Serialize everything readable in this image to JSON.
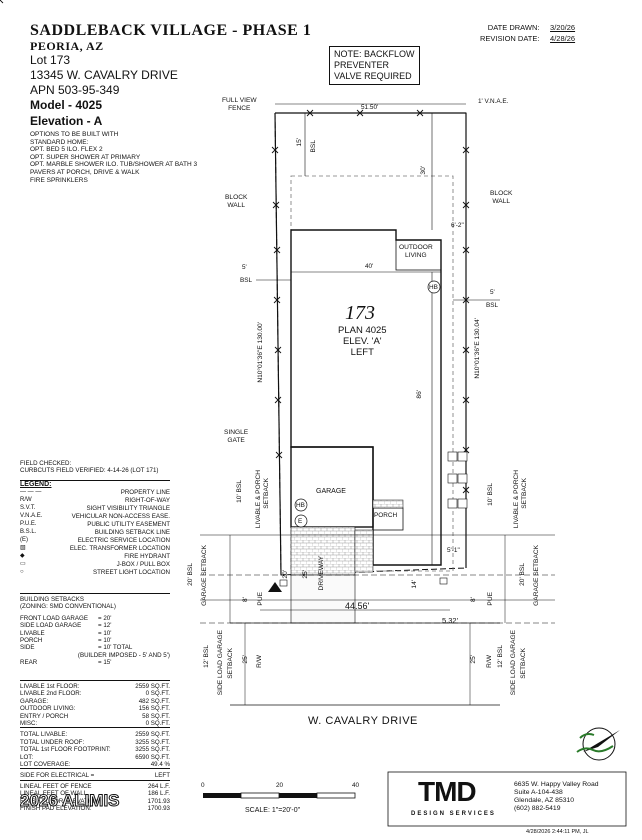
{
  "header": {
    "title": "SADDLEBACK VILLAGE - PHASE 1",
    "city": "PEORIA, AZ",
    "lot": "Lot  173",
    "address": "13345 W. CAVALRY DRIVE",
    "apn": "APN  503-95-349",
    "model": "Model - 4025",
    "elevation": "Elevation - A",
    "options": [
      "OPTIONS TO BE BUILT WITH",
      "STANDARD HOME:",
      "OPT. BED 5 ILO. FLEX 2",
      "OPT. SUPER SHOWER AT PRIMARY",
      "OPT. MARBLE SHOWER ILO. TUB/SHOWER AT BATH 3",
      "PAVERS AT PORCH, DRIVE & WALK",
      "FIRE SPRINKLERS"
    ]
  },
  "dates": {
    "drawn_label": "DATE DRAWN:",
    "drawn_value": "3/20/26",
    "revision_label": "REVISION DATE:",
    "revision_value": "4/28/26"
  },
  "note": [
    "NOTE: BACKFLOW",
    "PREVENTER",
    "VALVE REQUIRED"
  ],
  "plan": {
    "lot_number": "173",
    "plan_lines": [
      "PLAN 4025",
      "ELEV. 'A'",
      "LEFT"
    ],
    "top_width": "51.50'",
    "vnae": "1' V.N.A.E.",
    "full_view_fence": [
      "FULL VIEW",
      "FENCE"
    ],
    "block_wall_left": [
      "BLOCK",
      "WALL"
    ],
    "block_wall_right": [
      "BLOCK",
      "WALL"
    ],
    "rear_bsl_dim": "15'",
    "rear_bsl": "BSL",
    "rear_30": "30'",
    "dim_6_2": "6'-2\"",
    "outdoor_living": [
      "OUTDOOR",
      "LIVING"
    ],
    "dim_40": "40'",
    "left_side_5": "5'",
    "left_side_bsl": "BSL",
    "right_side_5": "5'",
    "right_side_bsl": "BSL",
    "hb": "HB",
    "left_bearing": "N10°01'36\"E 130.00'",
    "right_bearing": "N10°01'36\"E 130.04'",
    "dim_86": "86'",
    "single_gate": [
      "SINGLE",
      "GATE"
    ],
    "garage": "GARAGE",
    "porch": "PORCH",
    "e_symbol": "E",
    "dim_5_1": "5'-1\"",
    "driveway": "DRIVEWAY",
    "dim_20": "20'",
    "dim_25": "25'",
    "dim_14": "14'",
    "dim_44_56": "44.56'",
    "dim_5_32": "5.32'",
    "dim_8_left": "8'",
    "dim_8_right": "8'",
    "pue": "PUE",
    "rw": "R/W",
    "dim_25_left": "25'",
    "dim_25_right": "25'",
    "livable_porch_setback": [
      "LIVABLE & PORCH",
      "SETBACK"
    ],
    "bsl_10": "10' BSL",
    "garage_setback": [
      "GARAGE SETBACK"
    ],
    "bsl_20": "20' BSL",
    "side_load_setback": [
      "SIDE LOAD GARAGE",
      "SETBACK"
    ],
    "bsl_12": "12' BSL",
    "street": "W. CAVALRY DRIVE"
  },
  "field_checked": {
    "label": "FIELD CHECKED:",
    "curbcuts": "CURBCUTS FIELD VERIFIED: 4-14-26 (LOT 171)"
  },
  "legend": {
    "title": "LEGEND:",
    "items": [
      {
        "sym": "— — —",
        "label": "PROPERTY LINE"
      },
      {
        "sym": "R/W",
        "label": "RIGHT-OF-WAY"
      },
      {
        "sym": "S.V.T.",
        "label": "SIGHT VISIBILITY TRIANGLE"
      },
      {
        "sym": "V.N.A.E.",
        "label": "VEHICULAR NON-ACCESS EASE."
      },
      {
        "sym": "P.U.E.",
        "label": "PUBLIC UTILITY EASEMENT"
      },
      {
        "sym": "B.S.L.",
        "label": "BUILDING SETBACK LINE"
      },
      {
        "sym": "(E)",
        "label": "ELECTRIC SERVICE LOCATION"
      },
      {
        "sym": "▧",
        "label": "ELEC. TRANSFORMER LOCATION"
      },
      {
        "sym": "◆",
        "label": "FIRE HYDRANT"
      },
      {
        "sym": "▭",
        "label": "J-BOX / PULL BOX"
      },
      {
        "sym": "○",
        "label": "STREET LIGHT LOCATION"
      }
    ]
  },
  "setbacks": {
    "title": "BUILDING SETBACKS",
    "zoning": "(ZONING: SMD CONVENTIONAL)",
    "rows": [
      {
        "label": "FRONT LOAD GARAGE",
        "value": "= 20'"
      },
      {
        "label": "SIDE LOAD GARAGE",
        "value": "= 12'"
      },
      {
        "label": "LIVABLE",
        "value": "= 10'"
      },
      {
        "label": "PORCH",
        "value": "= 10'"
      },
      {
        "label": "SIDE",
        "value": "= 10' TOTAL"
      },
      {
        "label": "",
        "value": "(BUILDER IMPOSED - 5' AND 5')"
      },
      {
        "label": "REAR",
        "value": "= 15'"
      }
    ]
  },
  "areas": {
    "group1": [
      {
        "label": "LIVABLE 1st FLOOR:",
        "value": "2559 SQ.FT."
      },
      {
        "label": "LIVABLE 2nd FLOOR:",
        "value": "0 SQ.FT."
      },
      {
        "label": "GARAGE:",
        "value": "482 SQ.FT."
      },
      {
        "label": "OUTDOOR LIVING:",
        "value": "156 SQ.FT."
      },
      {
        "label": "ENTRY / PORCH",
        "value": "58 SQ.FT."
      },
      {
        "label": "MISC:",
        "value": "0 SQ.FT."
      }
    ],
    "group2": [
      {
        "label": "TOTAL LIVABLE:",
        "value": "2559 SQ.FT."
      },
      {
        "label": "TOTAL UNDER ROOF:",
        "value": "3255 SQ.FT."
      },
      {
        "label": "TOTAL 1st FLOOR FOOTPRINT:",
        "value": "3255 SQ.FT."
      },
      {
        "label": "LOT:",
        "value": "6590 SQ.FT."
      },
      {
        "label": "LOT COVERAGE:",
        "value": "49.4 %"
      }
    ],
    "electrical": {
      "label": "SIDE FOR ELECTRICAL =",
      "value": "LEFT"
    },
    "group3": [
      {
        "label": "LINEAL FEET OF FENCE",
        "value": "264 L.F."
      },
      {
        "label": "LINEAL FEET OF WALL",
        "value": "186 L.F."
      },
      {
        "label": "FINISH FLOOR ELEVATION:",
        "value": "1701.93"
      },
      {
        "label": "FINISH PAD ELEVATION:",
        "value": "1700.93"
      }
    ]
  },
  "overlay_text": "2026 ALIMIS",
  "scale": {
    "ticks": [
      "0",
      "20",
      "40"
    ],
    "label": "SCALE:   1\"=20'-0\""
  },
  "company": {
    "logo": "TMD",
    "sub": "DESIGN SERVICES",
    "address": [
      "6635 W. Happy Valley Road",
      "Suite A-104-438",
      "Glendale, AZ 85310",
      "(602) 882-5419"
    ]
  },
  "footer_stamp": "4/28/2026 2:44:11 PM, JL"
}
